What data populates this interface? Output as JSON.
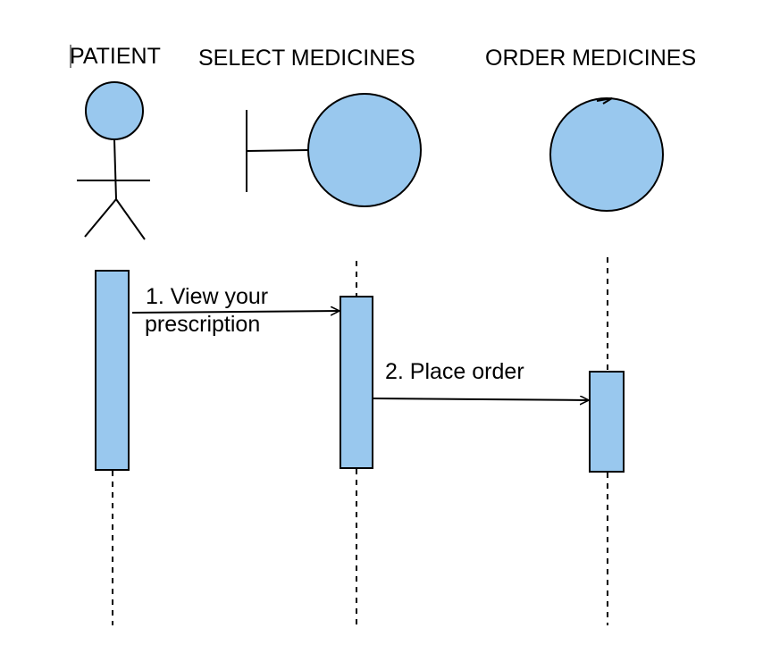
{
  "participants": {
    "patient": {
      "label": "PATIENT",
      "kind": "actor"
    },
    "select_medicines": {
      "label": "SELECT MEDICINES",
      "kind": "boundary"
    },
    "order_medicines": {
      "label": "ORDER MEDICINES",
      "kind": "control"
    }
  },
  "messages": [
    {
      "number": "1.",
      "text_line1": "1. View your",
      "text_line2": "prescription",
      "from": "PATIENT",
      "to": "SELECT MEDICINES"
    },
    {
      "number": "2.",
      "text_line1": "2. Place order",
      "from": "SELECT MEDICINES",
      "to": "ORDER MEDICINES"
    }
  ],
  "colors": {
    "shape_fill": "#99c8ee",
    "stroke": "#000000",
    "background": "#ffffff"
  }
}
